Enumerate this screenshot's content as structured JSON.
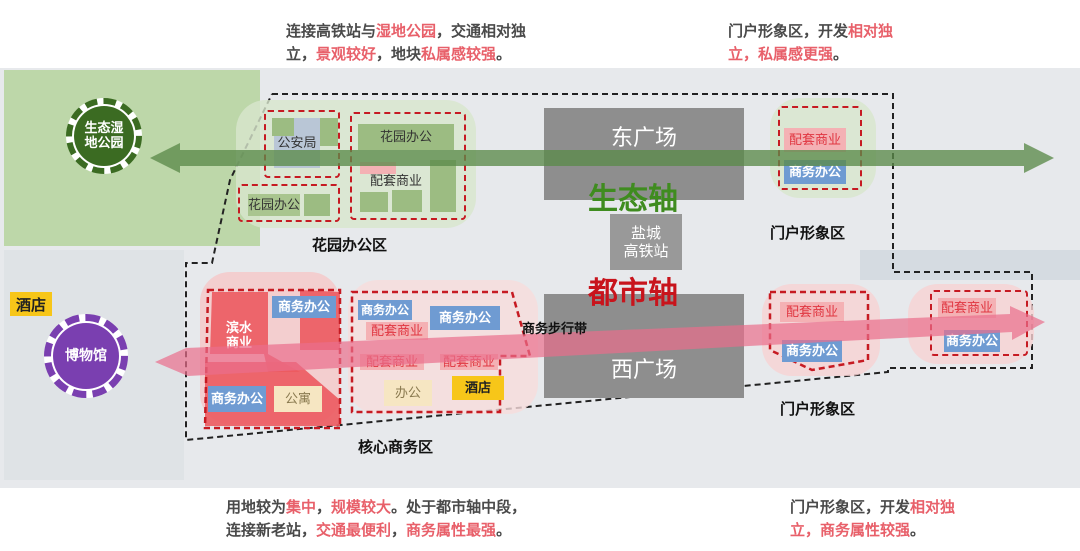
{
  "notes": {
    "top_left": [
      [
        {
          "t": "连接高铁站与",
          "h": false
        },
        {
          "t": "湿地公园",
          "h": true
        },
        {
          "t": "，交通相对独",
          "h": false
        }
      ],
      [
        {
          "t": "立，",
          "h": false
        },
        {
          "t": "景观较好",
          "h": true
        },
        {
          "t": "，地块",
          "h": false
        },
        {
          "t": "私属感较强",
          "h": true
        },
        {
          "t": "。",
          "h": false
        }
      ]
    ],
    "top_right": [
      [
        {
          "t": "门户形象区，开发",
          "h": false
        },
        {
          "t": "相对独",
          "h": true
        }
      ],
      [
        {
          "t": "立，私属感更强",
          "h": true
        },
        {
          "t": "。",
          "h": false
        }
      ]
    ],
    "bottom_left": [
      [
        {
          "t": "用地较为",
          "h": false
        },
        {
          "t": "集中",
          "h": true
        },
        {
          "t": "，",
          "h": false
        },
        {
          "t": "规模较大",
          "h": true
        },
        {
          "t": "。处于都市轴中段，",
          "h": false
        }
      ],
      [
        {
          "t": "连接新老站，",
          "h": false
        },
        {
          "t": "交通最便利",
          "h": true
        },
        {
          "t": "，",
          "h": false
        },
        {
          "t": "商务属性最强",
          "h": true
        },
        {
          "t": "。",
          "h": false
        }
      ]
    ],
    "bottom_right": [
      [
        {
          "t": "门户形象区，开发",
          "h": false
        },
        {
          "t": "相对独",
          "h": true
        }
      ],
      [
        {
          "t": "立，商务属性较强",
          "h": true
        },
        {
          "t": "。",
          "h": false
        }
      ]
    ]
  },
  "wetland_park": "生态湿\n地公园",
  "museum": "博物馆",
  "hotel_tag": "酒店",
  "east_plaza": "东广场",
  "west_plaza": "西广场",
  "station": "盐城\n高铁站",
  "eco_axis": "生态轴",
  "urban_axis": "都市轴",
  "walkway": "商务步行带",
  "zones": {
    "garden_office_area": "花园办公区",
    "core_business_area": "核心商务区",
    "gateway_ne": "门户形象区",
    "gateway_se": "门户形象区"
  },
  "blocks": {
    "police": "公安局",
    "garden_office_1": "花园办公",
    "garden_office_2": "花园办公",
    "support_retail_nw": "配套商业",
    "support_retail_ne": "配套商业",
    "business_office_ne": "商务办公",
    "waterside_retail": "滨水\n商业",
    "business_office_core1": "商务办公",
    "business_office_core2": "商务办公",
    "business_office_core3": "商务办公",
    "business_office_core4": "商务办公",
    "apartment": "公寓",
    "support_retail_core1": "配套商业",
    "support_retail_core2": "配套商业",
    "support_retail_core3": "配套商业",
    "office": "办公",
    "hotel": "酒店",
    "support_retail_se1": "配套商业",
    "business_office_se1": "商务办公",
    "support_retail_se2": "配套商业",
    "business_office_se2": "商务办公"
  },
  "colors": {
    "eco_green": "#3f8c1f",
    "urban_red": "#c8141c",
    "dashed_red": "#c61a22",
    "highlight": "#e8606a",
    "museum_purple": "#7a3fb0",
    "wetland_green": "#3b6b22"
  }
}
